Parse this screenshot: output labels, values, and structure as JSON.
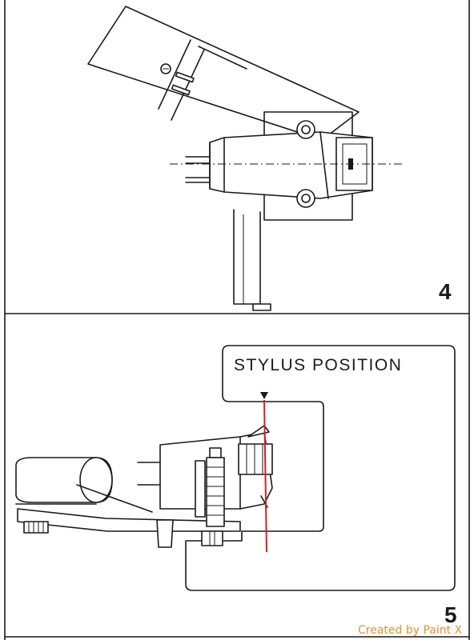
{
  "figures": [
    {
      "number": "4"
    },
    {
      "number": "5",
      "label": "STYLUS POSITION"
    }
  ],
  "watermark": "Created by Paint X",
  "colors": {
    "line": "#1a1a1a",
    "background": "#ffffff",
    "stylus_marker": "#d42020",
    "watermark": "#e0932f"
  }
}
